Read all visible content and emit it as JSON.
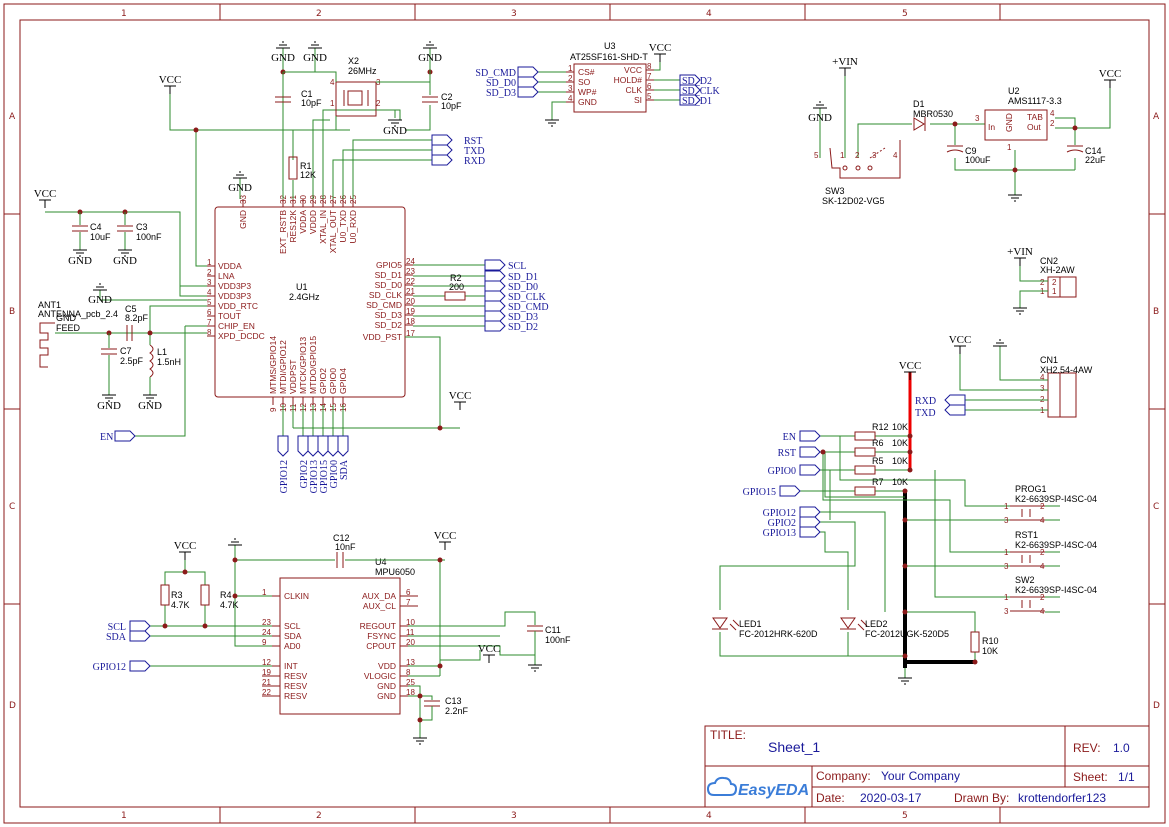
{
  "frame": {
    "columns": [
      "1",
      "2",
      "3",
      "4",
      "5"
    ],
    "rows": [
      "A",
      "B",
      "C",
      "D"
    ]
  },
  "power": {
    "vcc": "VCC",
    "gnd": "GND",
    "vin": "+VIN"
  },
  "u1": {
    "ref": "U1",
    "value": "2.4GHz",
    "left_pins": [
      {
        "num": "1",
        "name": "VDDA"
      },
      {
        "num": "2",
        "name": "LNA"
      },
      {
        "num": "3",
        "name": "VDD3P3"
      },
      {
        "num": "4",
        "name": "VDD3P3"
      },
      {
        "num": "5",
        "name": "VDD_RTC"
      },
      {
        "num": "6",
        "name": "TOUT"
      },
      {
        "num": "7",
        "name": "CHIP_EN"
      },
      {
        "num": "8",
        "name": "XPD_DCDC"
      }
    ],
    "right_pins": [
      {
        "num": "24",
        "name": "GPIO5"
      },
      {
        "num": "23",
        "name": "SD_D1"
      },
      {
        "num": "22",
        "name": "SD_D0"
      },
      {
        "num": "21",
        "name": "SD_CLK"
      },
      {
        "num": "20",
        "name": "SD_CMD"
      },
      {
        "num": "19",
        "name": "SD_D3"
      },
      {
        "num": "18",
        "name": "SD_D2"
      },
      {
        "num": "17",
        "name": "VDD_PST"
      }
    ],
    "top_pins": [
      {
        "num": "33",
        "name": "GND"
      },
      {
        "num": "32",
        "name": "EXT_RSTB"
      },
      {
        "num": "31",
        "name": "RES12K"
      },
      {
        "num": "30",
        "name": "VDDA"
      },
      {
        "num": "29",
        "name": "VDDD"
      },
      {
        "num": "28",
        "name": "XTAL_IN"
      },
      {
        "num": "27",
        "name": "XTAL_OUT"
      },
      {
        "num": "26",
        "name": "U0_TXD"
      },
      {
        "num": "25",
        "name": "U0_RXD"
      }
    ],
    "bottom_pins": [
      {
        "num": "9",
        "name": "MTMS/GPIO14"
      },
      {
        "num": "10",
        "name": "MTDI/GPIO12"
      },
      {
        "num": "11",
        "name": "VDDPST"
      },
      {
        "num": "12",
        "name": "MTCK/GPIO13"
      },
      {
        "num": "13",
        "name": "MTDO/GPIO15"
      },
      {
        "num": "14",
        "name": "GPIO2"
      },
      {
        "num": "15",
        "name": "GPIO0"
      },
      {
        "num": "16",
        "name": "GPIO4"
      }
    ],
    "bottom_nets": [
      "GPIO12",
      "GPIO2",
      "GPIO13",
      "GPIO15",
      "GPIO0",
      "SDA"
    ]
  },
  "x2": {
    "ref": "X2",
    "value": "26MHz",
    "pins": [
      "1",
      "2",
      "3",
      "4"
    ]
  },
  "c1": {
    "ref": "C1",
    "value": "10pF"
  },
  "c2": {
    "ref": "C2",
    "value": "10pF"
  },
  "r1": {
    "ref": "R1",
    "value": "12K"
  },
  "c4": {
    "ref": "C4",
    "value": "10uF"
  },
  "c3": {
    "ref": "C3",
    "value": "100nF"
  },
  "ant1": {
    "ref": "ANT1",
    "value": "ANTENNA_pcb_2.4",
    "gnd": "GND",
    "feed": "FEED"
  },
  "c5": {
    "ref": "C5",
    "value": "8.2pF"
  },
  "c7": {
    "ref": "C7",
    "value": "2.5pF"
  },
  "l1": {
    "ref": "L1",
    "value": "1.5nH"
  },
  "r2": {
    "ref": "R2",
    "value": "200"
  },
  "u1_nets": {
    "top": [
      "RST",
      "TXD",
      "RXD"
    ],
    "right": [
      "SCL",
      "SD_D1",
      "SD_D0",
      "SD_CLK",
      "SD_CMD",
      "SD_D3",
      "SD_D2"
    ],
    "en": "EN"
  },
  "u3": {
    "ref": "U3",
    "value": "AT25SF161-SHD-T",
    "left_pins": [
      {
        "num": "1",
        "name": "CS#"
      },
      {
        "num": "2",
        "name": "SO"
      },
      {
        "num": "3",
        "name": "WP#"
      },
      {
        "num": "4",
        "name": "GND"
      }
    ],
    "right_pins": [
      {
        "num": "8",
        "name": "VCC"
      },
      {
        "num": "7",
        "name": "HOLD#"
      },
      {
        "num": "6",
        "name": "CLK"
      },
      {
        "num": "5",
        "name": "SI"
      }
    ],
    "left_nets": [
      "SD_CMD",
      "SD_D0",
      "SD_D3"
    ],
    "right_nets": [
      "SD_D2",
      "SD_CLK",
      "SD_D1"
    ]
  },
  "d1": {
    "ref": "D1",
    "value": "MBR0530"
  },
  "u2": {
    "ref": "U2",
    "value": "AMS1117-3.3",
    "pins": [
      {
        "num": "3",
        "name": "In"
      },
      {
        "num": "1",
        "name": "GND"
      },
      {
        "num": "4",
        "name": "TAB"
      },
      {
        "num": "2",
        "name": "Out"
      }
    ]
  },
  "c9": {
    "ref": "C9",
    "value": "100uF"
  },
  "c14": {
    "ref": "C14",
    "value": "22uF"
  },
  "sw3": {
    "ref": "SW3",
    "value": "SK-12D02-VG5",
    "pins": [
      "5",
      "1",
      "2",
      "3",
      "4"
    ]
  },
  "cn2": {
    "ref": "CN2",
    "value": "XH-2AW",
    "pins": [
      "2",
      "1"
    ]
  },
  "cn1": {
    "ref": "CN1",
    "value": "XH2.54-4AW",
    "pins": [
      "4",
      "3",
      "2",
      "1"
    ],
    "nets": [
      "RXD",
      "TXD"
    ]
  },
  "pullups": [
    {
      "net": "EN",
      "ref": "R12",
      "value": "10K"
    },
    {
      "net": "RST",
      "ref": "R6",
      "value": "10K"
    },
    {
      "net": "GPIO0",
      "ref": "R5",
      "value": "10K"
    },
    {
      "net": "GPIO15",
      "ref": "R7",
      "value": "10K"
    }
  ],
  "buttons": [
    {
      "ref": "PROG1",
      "value": "K2-6639SP-I4SC-04",
      "pins": [
        "1",
        "2",
        "3",
        "4"
      ]
    },
    {
      "ref": "RST1",
      "value": "K2-6639SP-I4SC-04",
      "pins": [
        "1",
        "2",
        "3",
        "4"
      ]
    },
    {
      "ref": "SW2",
      "value": "K2-6639SP-I4SC-04",
      "pins": [
        "1",
        "2",
        "3",
        "4"
      ]
    }
  ],
  "led_nets": [
    "GPIO12",
    "GPIO2",
    "GPIO13"
  ],
  "led1": {
    "ref": "LED1",
    "value": "FC-2012HRK-620D"
  },
  "led2": {
    "ref": "LED2",
    "value": "FC-2012UGK-520D5"
  },
  "r10": {
    "ref": "R10",
    "value": "10K"
  },
  "r3": {
    "ref": "R3",
    "value": "4.7K"
  },
  "r4": {
    "ref": "R4",
    "value": "4.7K"
  },
  "c12": {
    "ref": "C12",
    "value": "10nF"
  },
  "c11": {
    "ref": "C11",
    "value": "100nF"
  },
  "c13": {
    "ref": "C13",
    "value": "2.2nF"
  },
  "u4": {
    "ref": "U4",
    "value": "MPU6050",
    "left_pins": [
      {
        "num": "1",
        "name": "CLKIN"
      },
      {
        "num": "23",
        "name": "SCL"
      },
      {
        "num": "24",
        "name": "SDA"
      },
      {
        "num": "9",
        "name": "AD0"
      },
      {
        "num": "12",
        "name": "INT"
      },
      {
        "num": "19",
        "name": "RESV"
      },
      {
        "num": "21",
        "name": "RESV"
      },
      {
        "num": "22",
        "name": "RESV"
      }
    ],
    "right_pins": [
      {
        "num": "6",
        "name": "AUX_DA"
      },
      {
        "num": "7",
        "name": "AUX_CL"
      },
      {
        "num": "10",
        "name": "REGOUT"
      },
      {
        "num": "11",
        "name": "FSYNC"
      },
      {
        "num": "20",
        "name": "CPOUT"
      },
      {
        "num": "13",
        "name": "VDD"
      },
      {
        "num": "8",
        "name": "VLOGIC"
      },
      {
        "num": "25",
        "name": "GND"
      },
      {
        "num": "18",
        "name": "GND"
      }
    ],
    "nets": [
      "SCL",
      "SDA",
      "GPIO12"
    ]
  },
  "titleblock": {
    "title_label": "TITLE:",
    "title": "Sheet_1",
    "rev_label": "REV:",
    "rev": "1.0",
    "company_label": "Company:",
    "company": "Your Company",
    "sheet_label": "Sheet:",
    "sheet": "1/1",
    "date_label": "Date:",
    "date": "2020-03-17",
    "drawn_label": "Drawn By:",
    "drawn": "krottendorfer123",
    "logo": "EasyEDA"
  }
}
